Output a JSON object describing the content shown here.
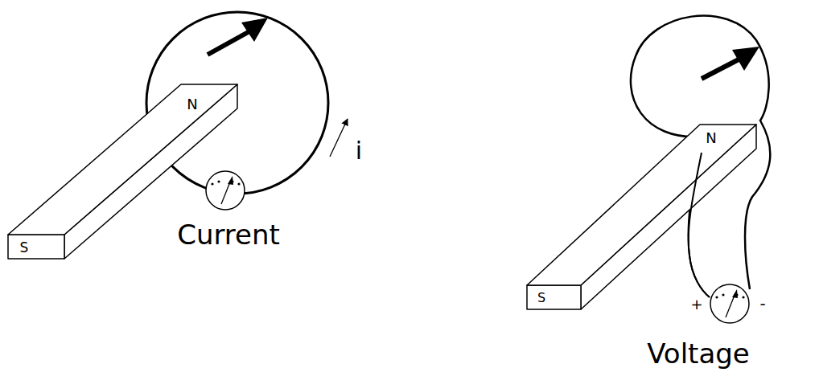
{
  "diagram": {
    "labels": [
      "N",
      "S",
      "i",
      "Current",
      "N",
      "S",
      "+",
      "-",
      "Voltage"
    ]
  }
}
